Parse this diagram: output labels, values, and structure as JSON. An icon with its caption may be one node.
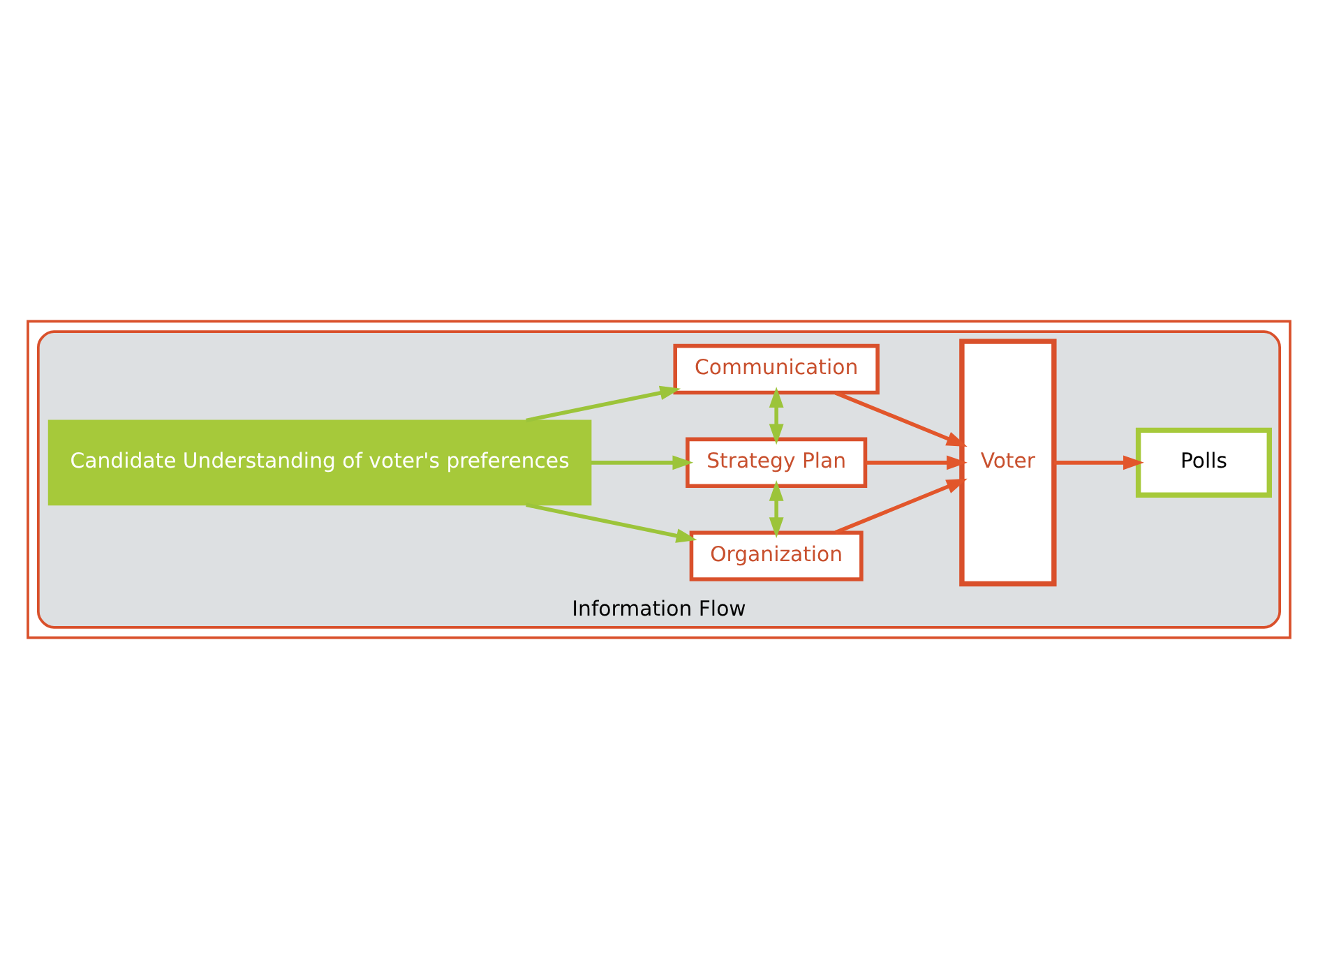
{
  "diagram": {
    "nodes": [
      {
        "text": [],
        "shape": "box"
      },
      {
        "text": [
          "Information Flow"
        ],
        "in": 0
      },
      {
        "text": [
          "Candidate Understanding of voter's preferences"
        ],
        "in": 1
      },
      {
        "text": [
          "Organization"
        ],
        "in": 1
      },
      {
        "text": [
          "Strategy Plan"
        ],
        "in": 1
      },
      {
        "text": [
          "Communication"
        ],
        "in": 1
      },
      {
        "text": [
          "Voter"
        ],
        "in": 1
      },
      {
        "text": [
          "Polls"
        ],
        "in": 1
      }
    ],
    "edges": [
      {
        "from": 2,
        "to": 3,
        "arrow": "to"
      },
      {
        "from": 2,
        "to": 4,
        "arrow": "to"
      },
      {
        "from": 2,
        "to": 5,
        "arrow": "to"
      },
      {
        "from": 3,
        "to": 4,
        "arrow": "both"
      },
      {
        "from": 4,
        "to": 5,
        "arrow": "both"
      },
      {
        "from": 3,
        "to": 6,
        "arrow": "to",
        "color": "#e2562b"
      },
      {
        "from": 4,
        "to": 6,
        "arrow": "to",
        "color": "#e2562b"
      },
      {
        "from": 5,
        "to": 6,
        "arrow": "to",
        "color": "#e2562b"
      },
      {
        "from": 6,
        "to": 7,
        "arrow": "to",
        "color": "#e2562b"
      }
    ]
  }
}
